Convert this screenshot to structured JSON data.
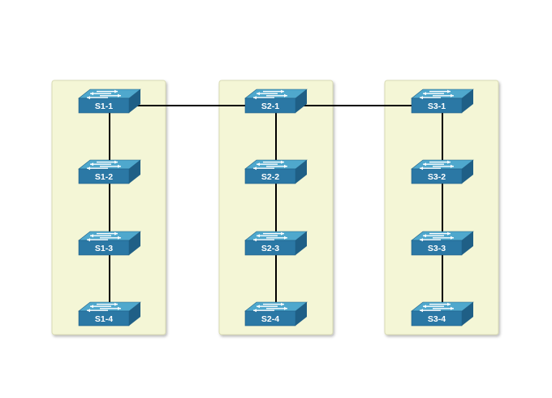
{
  "colors": {
    "group_fill": "#f4f6d6",
    "group_stroke": "#d9dbb4",
    "switch_top": "#4fa8cd",
    "switch_front": "#2b78a5",
    "switch_side": "#1f5f86",
    "link": "#000000",
    "arrow": "#ffffff"
  },
  "icon": "network-switch-icon",
  "groups": [
    {
      "id": "1",
      "switches": [
        "S1-1",
        "S1-2",
        "S1-3",
        "S1-4"
      ]
    },
    {
      "id": "2",
      "switches": [
        "S2-1",
        "S2-2",
        "S2-3",
        "S2-4"
      ]
    },
    {
      "id": "3",
      "switches": [
        "S3-1",
        "S3-2",
        "S3-3",
        "S3-4"
      ]
    }
  ],
  "links": [
    [
      "S1-1",
      "S1-2"
    ],
    [
      "S1-2",
      "S1-3"
    ],
    [
      "S1-3",
      "S1-4"
    ],
    [
      "S2-1",
      "S2-2"
    ],
    [
      "S2-2",
      "S2-3"
    ],
    [
      "S2-3",
      "S2-4"
    ],
    [
      "S3-1",
      "S3-2"
    ],
    [
      "S3-2",
      "S3-3"
    ],
    [
      "S3-3",
      "S3-4"
    ],
    [
      "S1-1",
      "S2-1"
    ],
    [
      "S2-1",
      "S3-1"
    ]
  ]
}
